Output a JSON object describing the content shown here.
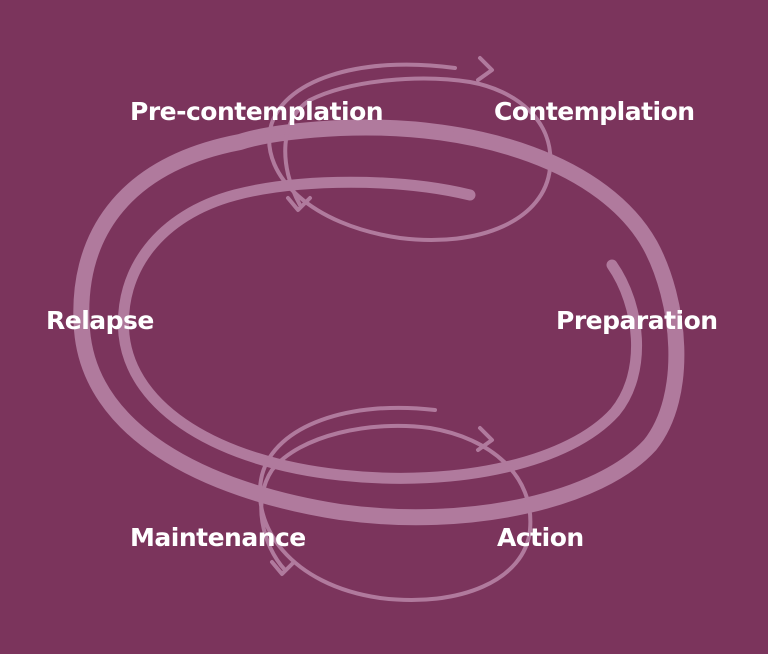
{
  "colors": {
    "background": "#7b345c",
    "stroke": "#b07a9d",
    "label": "#ffffff"
  },
  "stages": {
    "precontemplation": "Pre-contemplation",
    "contemplation": "Contemplation",
    "preparation": "Preparation",
    "action": "Action",
    "maintenance": "Maintenance",
    "relapse": "Relapse"
  }
}
